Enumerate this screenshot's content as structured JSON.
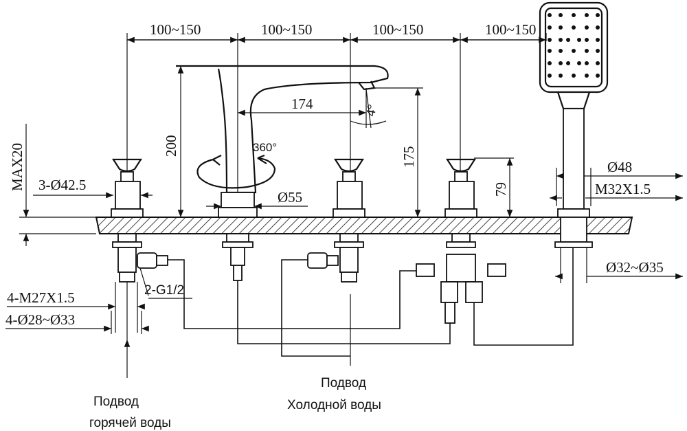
{
  "colors": {
    "line": "#111111",
    "background": "#ffffff",
    "hatch": "#111111"
  },
  "dimensions": {
    "spacing": [
      "100~150",
      "100~150",
      "100~150",
      "100~150"
    ],
    "spout_reach": "174",
    "spout_height": "200",
    "outlet_height": "175",
    "handle_height": "79",
    "rotation": "360°",
    "tilt_angle": "4°",
    "max_thickness": "MAX20",
    "handle_diameter": "3-Ø42.5",
    "spout_base_diameter": "Ø55",
    "holder_diameter": "Ø48",
    "holder_thread": "M32X1.5",
    "holder_hole": "Ø32~Ø35",
    "connection": "2-G1/2",
    "mount_thread": "4-M27X1.5",
    "mount_hole": "4-Ø28~Ø33"
  },
  "labels": {
    "cold_line1": "Подвод",
    "cold_line2": "Холодной воды",
    "hot_line1": "Подвод",
    "hot_line2": "горячей воды"
  }
}
